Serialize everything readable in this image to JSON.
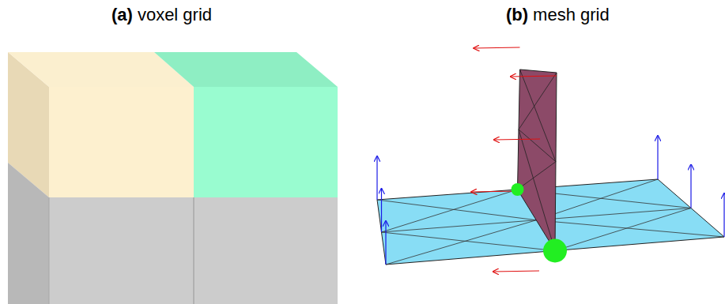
{
  "diagram": {
    "labels": [
      "(a)",
      "voxel grid",
      "(b)",
      "mesh grid"
    ]
  }
}
